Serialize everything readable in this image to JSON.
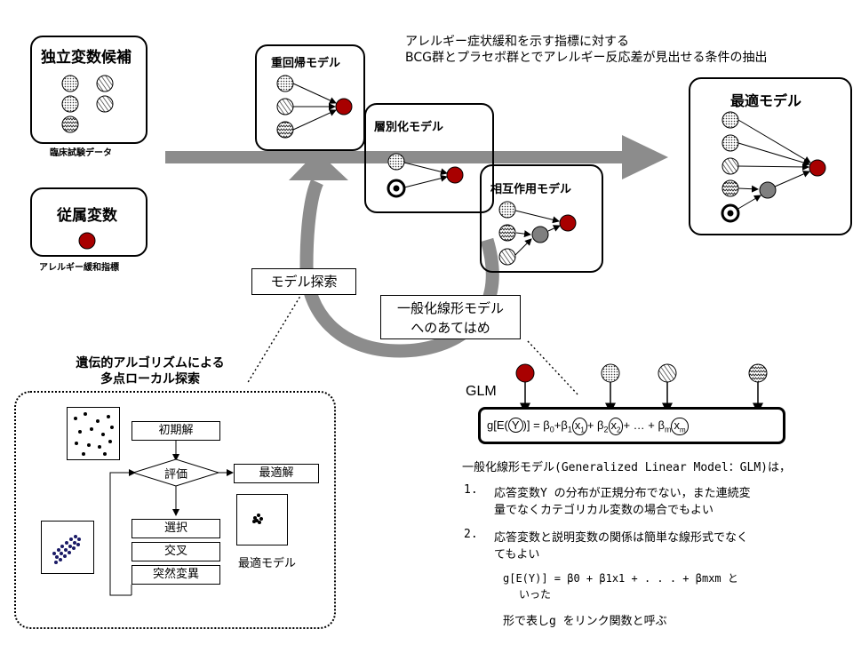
{
  "header": {
    "line1": "アレルギー症状緩和を示す指標に対する",
    "line2": "BCG群とプラセボ群とでアレルギー反応差が見出せる条件の抽出"
  },
  "left": {
    "candidates_title": "独立変数候補",
    "candidates_caption": "臨床試験データ",
    "dependent_title": "従属変数",
    "dependent_caption": "アレルギー緩和指標"
  },
  "models": {
    "regression": "重回帰モデル",
    "stratified": "層別化モデル",
    "interaction": "相互作用モデル",
    "optimal": "最適モデル"
  },
  "cycle": {
    "search_label": "モデル探索",
    "glm_fit_line1": "一般化線形モデル",
    "glm_fit_line2": "へのあてはめ"
  },
  "ga": {
    "title_line1": "遺伝的アルゴリズムによる",
    "title_line2": "多点ローカル探索",
    "initial": "初期解",
    "evaluate": "評価",
    "best": "最適解",
    "select": "選択",
    "crossover": "交叉",
    "mutation": "突然変異",
    "best_model_caption": "最適モデル"
  },
  "glm": {
    "label": "GLM",
    "eq": {
      "g": "g[E(",
      "y": "Y",
      "mid": ")] = β",
      "sub0": "0",
      "plus1": "+β",
      "sub1a": "1",
      "x1": "x",
      "x1s": "1",
      "plus2": "+ β",
      "sub2a": "2",
      "x2": "x",
      "x2s": "2",
      "dots": "+ … + β",
      "subm": "m",
      "xm": "x",
      "xms": "m"
    },
    "desc_intro": "一般化線形モデル(Generalized Linear Model：GLM)は，",
    "item1_num": "1.",
    "item1_line1": "応答変数Y の分布が正規分布でない，また連続変",
    "item1_line2": "量でなくカテゴリカル変数の場合でもよい",
    "item2_num": "2.",
    "item2_line1": "応答変数と説明変数の関係は簡単な線形式でなく",
    "item2_line2": "てもよい",
    "formula_line1": "g[E(Y)] = β0 + β1x1 + . . . + βmxm と",
    "formula_line2": "いった",
    "footer": "形で表しg をリンク関数と呼ぶ"
  },
  "colors": {
    "response_node": "#a80000",
    "hidden_node": "#7f7f7f",
    "arrow_gray": "#8c8c8c"
  }
}
